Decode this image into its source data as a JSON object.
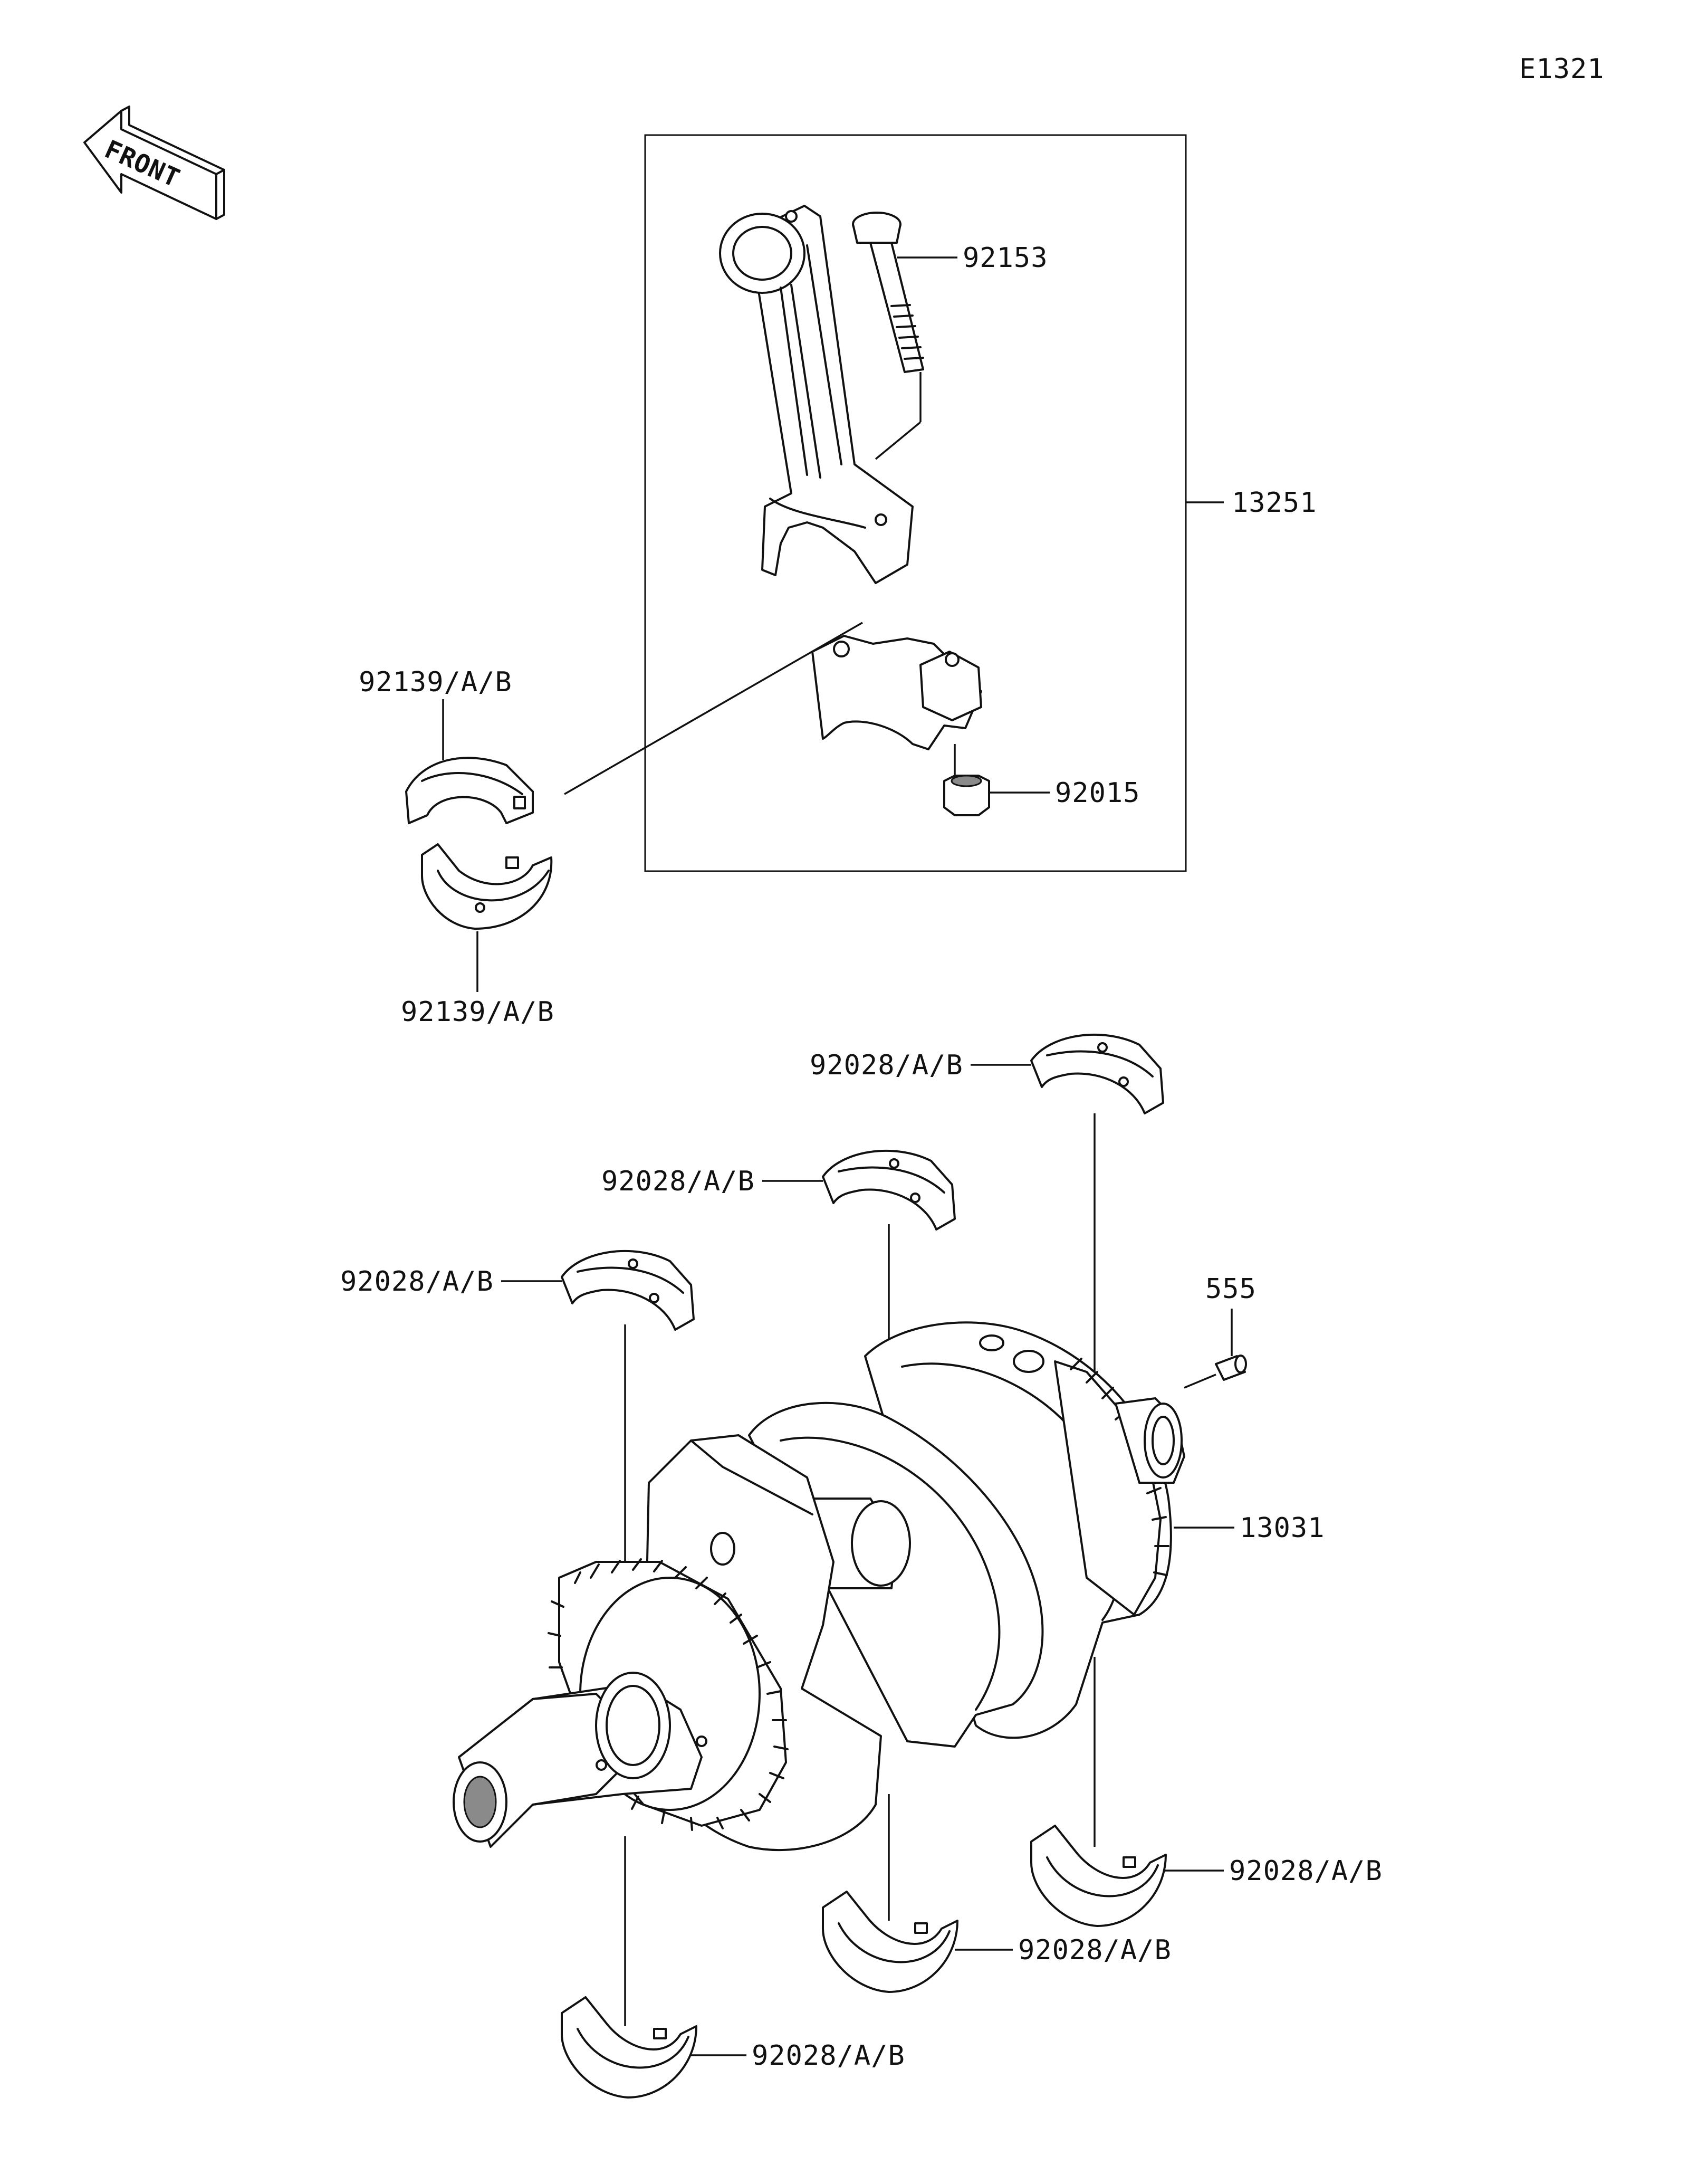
{
  "diagram_code": "E1321",
  "front_indicator": "FRONT",
  "labels": {
    "bolt": "92153",
    "conrod_assy": "13251",
    "nut": "92015",
    "conrod_bearing_upper": "92139/A/B",
    "conrod_bearing_lower": "92139/A/B",
    "main_bearing_top_right": "92028/A/B",
    "main_bearing_top_middle": "92028/A/B",
    "main_bearing_top_left": "92028/A/B",
    "pin": "555",
    "crankshaft": "13031",
    "main_bearing_bottom_right": "92028/A/B",
    "main_bearing_bottom_middle": "92028/A/B",
    "main_bearing_bottom_left": "92028/A/B"
  }
}
